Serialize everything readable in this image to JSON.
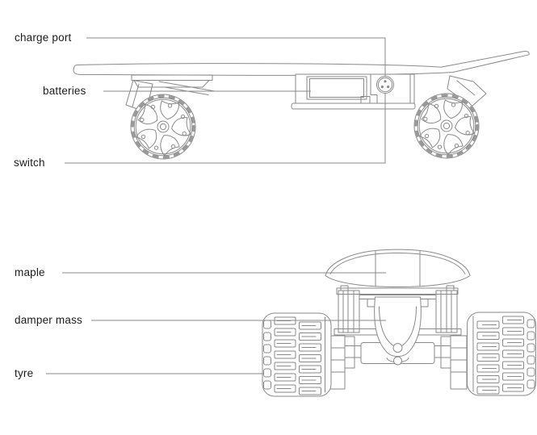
{
  "diagram": {
    "title_hidden": "",
    "labels": {
      "charge_port": "charge port",
      "batteries": "batteries",
      "switch": "switch",
      "maple": "maple",
      "damper_mass": "damper mass",
      "tyre": "tyre"
    },
    "colors": {
      "line": "#8a8a8a",
      "tread_tick": "#9a9a9a",
      "label_text": "#1c1c1c",
      "background": "#ffffff"
    }
  }
}
